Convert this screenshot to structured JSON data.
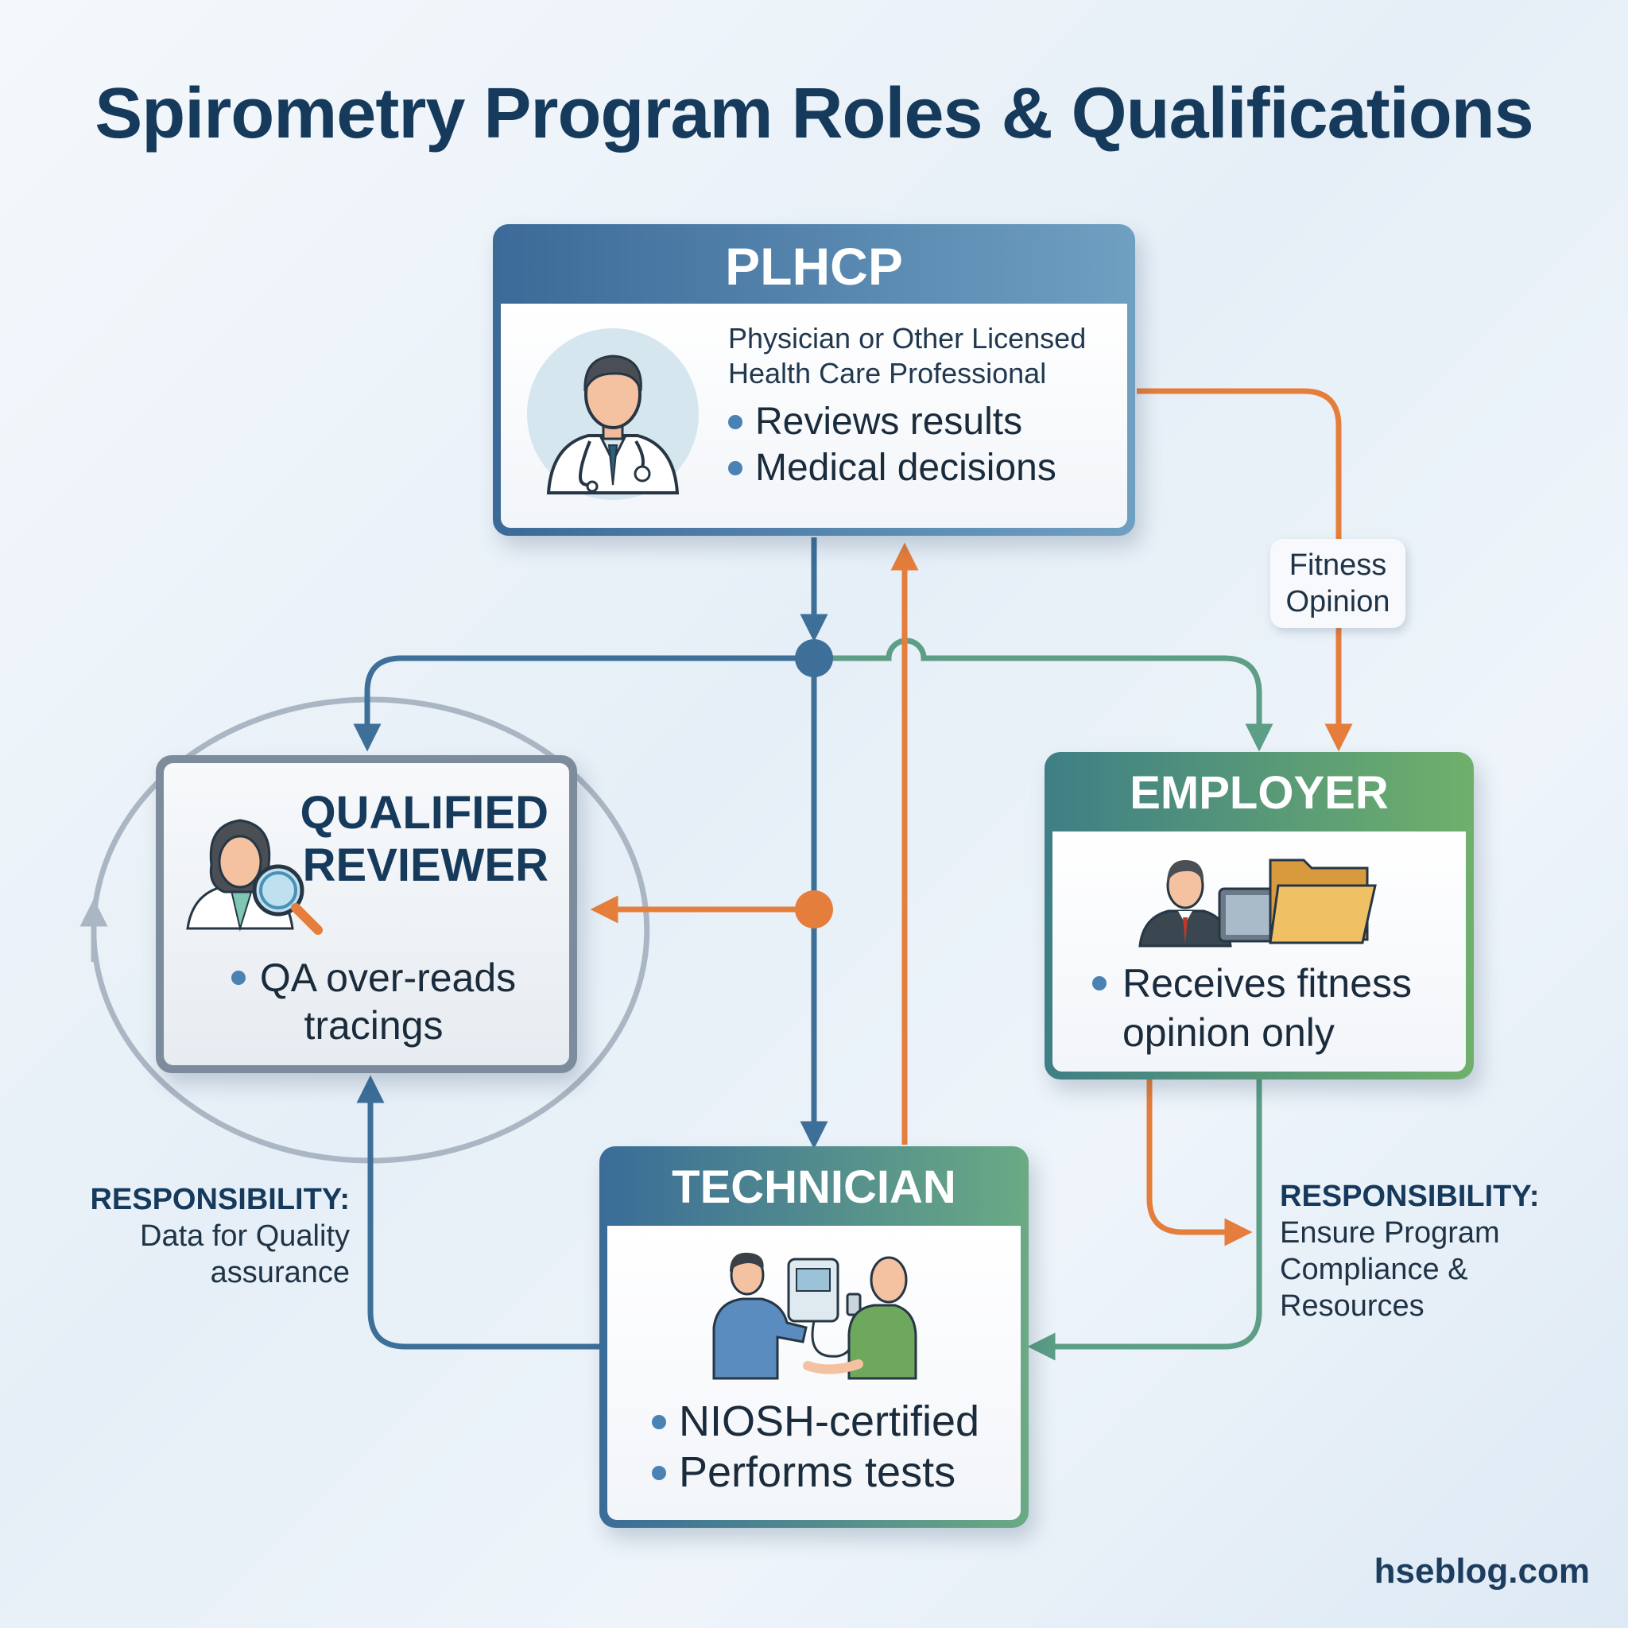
{
  "title": "Spirometry Program Roles & Qualifications",
  "roles": {
    "plhcp": {
      "heading": "PLHCP",
      "description": "Physician or Other Licensed Health Care Professional",
      "bullets": [
        "Reviews results",
        "Medical decisions"
      ],
      "icon": "doctor-icon"
    },
    "qualified_reviewer": {
      "heading_line1": "QUALIFIED",
      "heading_line2": "REVIEWER",
      "bullet_line1": "QA over-reads",
      "bullet_line2": "tracings",
      "icon": "reviewer-magnifier-icon"
    },
    "employer": {
      "heading": "EMPLOYER",
      "bullet_line1": "Receives fitness",
      "bullet_line2": "opinion only",
      "icon": "businessman-folder-icon"
    },
    "technician": {
      "heading": "TECHNICIAN",
      "bullets": [
        "NIOSH-certified",
        "Performs tests"
      ],
      "icon": "spirometry-test-icon"
    }
  },
  "labels": {
    "fitness_opinion_line1": "Fitness",
    "fitness_opinion_line2": "Opinion",
    "responsibility_left": {
      "heading": "RESPONSIBILITY:",
      "line1": "Data for Quality",
      "line2": "assurance"
    },
    "responsibility_right": {
      "heading": "RESPONSIBILITY:",
      "line1": "Ensure Program",
      "line2": "Compliance &",
      "line3": "Resources"
    }
  },
  "watermark": "hseblog.com",
  "colors": {
    "title": "#163a5c",
    "blue_arrow": "#3d6f99",
    "orange_arrow": "#e57e3c",
    "green_arrow": "#5c9e86",
    "gray_cycle": "#aab6c3"
  }
}
